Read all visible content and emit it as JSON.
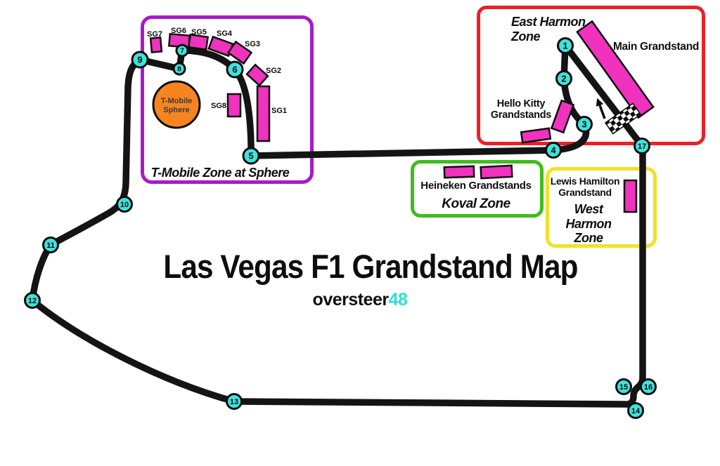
{
  "page": {
    "title": "Las Vegas F1 Grandstand Map",
    "logo_text": "oversteer",
    "logo_accent": "48"
  },
  "zones": {
    "t_mobile": {
      "name": "T-Mobile Zone at Sphere",
      "sphere_line1": "T-Mobile",
      "sphere_line2": "Sphere",
      "grandstands": {
        "sg1": "SG1",
        "sg2": "SG2",
        "sg3": "SG3",
        "sg4": "SG4",
        "sg5": "SG5",
        "sg6": "SG6",
        "sg7": "SG7",
        "sg8": "SG8"
      }
    },
    "east_harmon": {
      "name_line1": "East Harmon",
      "name_line2": "Zone",
      "main_grandstand": "Main Grandstand",
      "hello_kitty_line1": "Hello Kitty",
      "hello_kitty_line2": "Grandstands"
    },
    "koval": {
      "name": "Koval Zone",
      "grandstand": "Heineken Grandstands"
    },
    "west_harmon": {
      "name_line1": "West",
      "name_line2": "Harmon",
      "name_line3": "Zone",
      "grandstand_line1": "Lewis Hamilton",
      "grandstand_line2": "Grandstand"
    }
  },
  "turns": {
    "t1": "1",
    "t2": "2",
    "t3": "3",
    "t4": "4",
    "t5": "5",
    "t6": "6",
    "t7": "7",
    "t8": "8",
    "t9": "9",
    "t10": "10",
    "t11": "11",
    "t12": "12",
    "t13": "13",
    "t14": "14",
    "t15": "15",
    "t16": "16",
    "t17": "17"
  },
  "colors": {
    "track": "#141414",
    "turn_marker": "#3FE3DB",
    "grandstand_pink": "#F032BE",
    "sphere_orange": "#F6851F",
    "zone_purple": "#A81BC8",
    "zone_red": "#EC2027",
    "zone_green": "#3FBC1C",
    "zone_yellow": "#F2E227",
    "logo_accent": "#2DE0D2"
  }
}
